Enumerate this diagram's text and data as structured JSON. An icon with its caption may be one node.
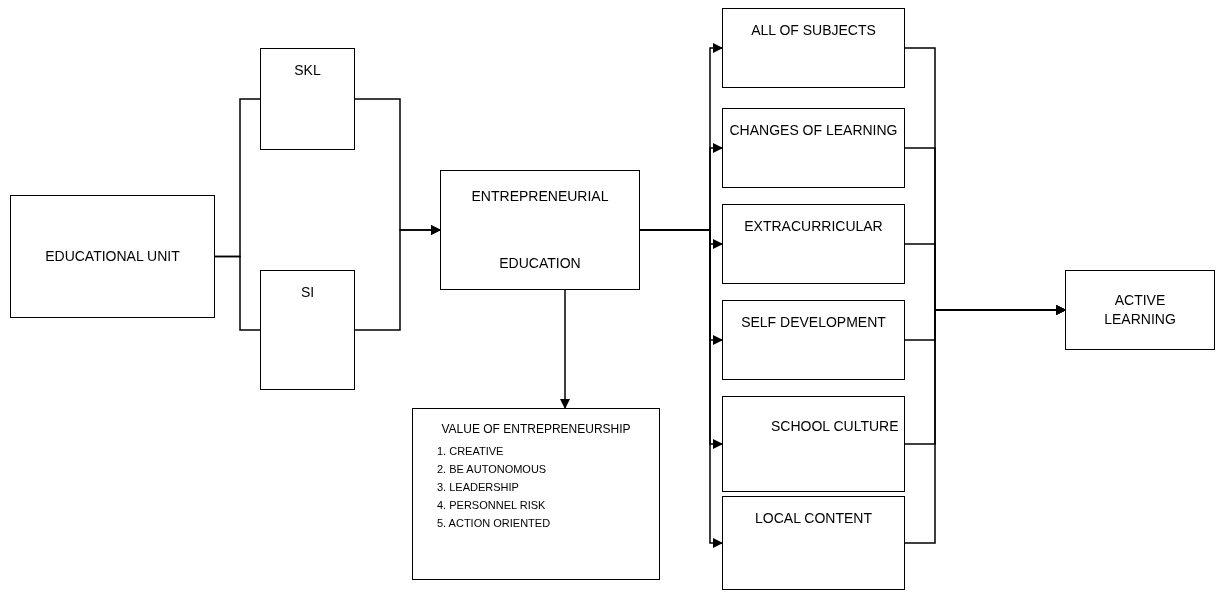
{
  "diagram": {
    "nodes": [
      {
        "text": [
          "EDUCATIONAL UNIT"
        ]
      },
      {
        "text": [
          "SKL"
        ]
      },
      {
        "text": [
          "SI"
        ]
      },
      {
        "text": [
          "ENTREPRENEURIAL",
          "EDUCATION"
        ]
      },
      {
        "text": [
          "VALUE OF ENTREPRENEURSHIP",
          "1. CREATIVE",
          "2. BE AUTONOMOUS",
          "3. LEADERSHIP",
          "4. PERSONNEL RISK",
          "5. ACTION ORIENTED"
        ]
      },
      {
        "text": [
          "ALL OF SUBJECTS"
        ]
      },
      {
        "text": [
          "CHANGES OF LEARNING"
        ]
      },
      {
        "text": [
          "EXTRACURRICULAR"
        ]
      },
      {
        "text": [
          "SELF DEVELOPMENT"
        ]
      },
      {
        "text": [
          "SCHOOL CULTURE"
        ]
      },
      {
        "text": [
          "LOCAL CONTENT"
        ]
      },
      {
        "text": [
          "ACTIVE LEARNING"
        ]
      }
    ],
    "edges": [
      {
        "from": 0,
        "to": 1,
        "arrow": "none"
      },
      {
        "from": 0,
        "to": 2,
        "arrow": "none"
      },
      {
        "from": 1,
        "to": 3,
        "arrow": "to"
      },
      {
        "from": 2,
        "to": 3,
        "arrow": "to"
      },
      {
        "from": 3,
        "to": 4,
        "arrow": "to"
      },
      {
        "from": 3,
        "to": 5,
        "arrow": "to"
      },
      {
        "from": 3,
        "to": 6,
        "arrow": "to"
      },
      {
        "from": 3,
        "to": 7,
        "arrow": "to"
      },
      {
        "from": 3,
        "to": 8,
        "arrow": "to"
      },
      {
        "from": 3,
        "to": 9,
        "arrow": "to"
      },
      {
        "from": 3,
        "to": 10,
        "arrow": "to"
      },
      {
        "from": 5,
        "to": 11,
        "arrow": "to"
      },
      {
        "from": 6,
        "to": 11,
        "arrow": "to"
      },
      {
        "from": 7,
        "to": 11,
        "arrow": "to"
      },
      {
        "from": 8,
        "to": 11,
        "arrow": "to"
      },
      {
        "from": 9,
        "to": 11,
        "arrow": "to"
      },
      {
        "from": 10,
        "to": 11,
        "arrow": "to"
      }
    ]
  }
}
